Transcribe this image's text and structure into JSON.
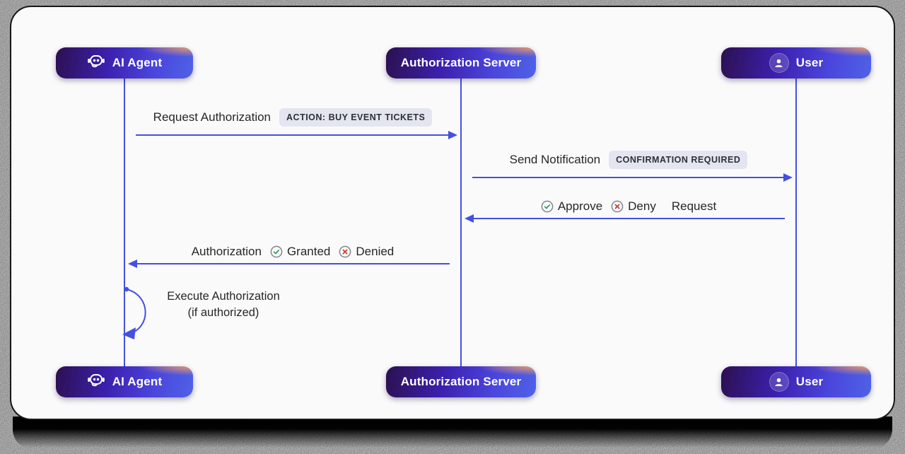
{
  "title": "AI agent authorization sequence diagram",
  "theme": {
    "accent_blue": "#4450e0",
    "badge_bg": "#e3e5f0",
    "badge_text": "#2e3038",
    "approve_green": "#2f9e57",
    "deny_red": "#d03a2b",
    "card_bg": "#fafafb",
    "pill_gradient_dark": "#2c1050",
    "pill_gradient_blue": "#4e62e6",
    "pill_corner_glow": "#f29e60"
  },
  "actors": [
    {
      "id": "ai-agent",
      "label": "AI Agent",
      "icon": "robot-icon"
    },
    {
      "id": "authorization-server",
      "label": "Authorization Server",
      "icon": ""
    },
    {
      "id": "user",
      "label": "User",
      "icon": "user-icon"
    }
  ],
  "messages": [
    {
      "label": "Request Authorization",
      "badge": "ACTION: BUY EVENT TICKETS",
      "from": "AI Agent",
      "to": "Authorization Server",
      "direction": "right"
    },
    {
      "label": "Send Notification",
      "badge": "CONFIRMATION REQUIRED",
      "from": "Authorization Server",
      "to": "User",
      "direction": "right"
    },
    {
      "approve": "Approve",
      "deny": "Deny",
      "suffix": "Request",
      "from": "User",
      "to": "Authorization Server",
      "direction": "left"
    },
    {
      "prefix": "Authorization",
      "granted": "Granted",
      "denied": "Denied",
      "from": "Authorization Server",
      "to": "AI Agent",
      "direction": "left"
    },
    {
      "line1": "Execute Authorization",
      "line2": "(if authorized)",
      "type": "self-loop",
      "on": "AI Agent"
    }
  ]
}
